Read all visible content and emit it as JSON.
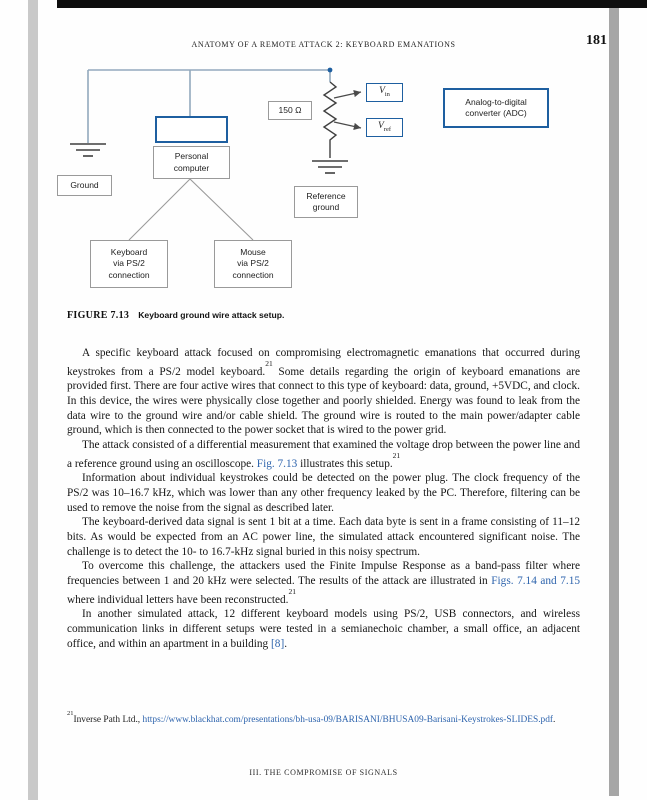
{
  "colors": {
    "link_blue": "#2e64ad",
    "diagram_accent_blue": "#1e5fa0"
  },
  "page": {
    "header": "ANATOMY OF A REMOTE ATTACK 2: KEYBOARD EMANATIONS",
    "page_number": "181",
    "footer": "III. THE COMPROMISE OF SIGNALS"
  },
  "figure": {
    "caption_label": "FIGURE 7.13",
    "caption_text": "Keyboard ground wire attack setup.",
    "labels": {
      "resistor": "150 Ω",
      "v": "V",
      "vin_sub": "in",
      "vref_sub": "ref",
      "adc_line1": "Analog-to-digital",
      "adc_line2": "converter (ADC)",
      "pc_line1": "Personal",
      "pc_line2": "computer",
      "ground": "Ground",
      "ref_ground_line1": "Reference",
      "ref_ground_line2": "ground",
      "keyboard_line1": "Keyboard",
      "keyboard_line2": "via PS/2",
      "keyboard_line3": "connection",
      "mouse_line1": "Mouse",
      "mouse_line2": "via PS/2",
      "mouse_line3": "connection"
    }
  },
  "body": {
    "p1": {
      "pre": "A specific keyboard attack focused on compromising electromagnetic emanations that occurred during keystrokes from a PS/2 model keyboard.",
      "sup": "21",
      "post": " Some details regarding the origin of keyboard emanations are provided first. There are four active wires that connect to this type of keyboard: data, ground, +5VDC, and clock. In this device, the wires were physically close together and poorly shielded. Energy was found to leak from the data wire to the ground wire and/or cable shield. The ground wire is routed to the main power/adapter cable ground, which is then connected to the power socket that is wired to the power grid."
    },
    "p2": {
      "pre": "The attack consisted of a differential measurement that examined the voltage drop between the power line and a reference ground using an oscilloscope. ",
      "link": "Fig. 7.13",
      "post": " illustrates this setup.",
      "sup": "21"
    },
    "p3": {
      "text": "Information about individual keystrokes could be detected on the power plug. The clock frequency of the PS/2 was 10–16.7 kHz, which was lower than any other frequency leaked by the PC. Therefore, filtering can be used to remove the noise from the signal as described later."
    },
    "p4": {
      "text": "The keyboard-derived data signal is sent 1 bit at a time. Each data byte is sent in a frame consisting of 11–12 bits. As would be expected from an AC power line, the simulated attack encountered significant noise. The challenge is to detect the 10- to 16.7-kHz signal buried in this noisy spectrum."
    },
    "p5": {
      "pre": "To overcome this challenge, the attackers used the Finite Impulse Response as a band-pass filter where frequencies between 1 and 20 kHz were selected. The results of the attack are illustrated in ",
      "link": "Figs. 7.14 and 7.15",
      "post": " where individual letters have been reconstructed.",
      "sup": "21"
    },
    "p6": {
      "pre": "In another simulated attack, 12 different keyboard models using PS/2, USB connectors, and wireless communication links in different setups were tested in a semianechoic chamber, a small office, an adjacent office, and within an apartment in a building ",
      "link": "[8]",
      "post": "."
    }
  },
  "footnote": {
    "sup": "21",
    "pre": "Inverse Path Ltd., ",
    "link": "https://www.blackhat.com/presentations/bh-usa-09/BARISANI/BHUSA09-Barisani-Keystrokes-SLIDES.pdf",
    "post": "."
  }
}
